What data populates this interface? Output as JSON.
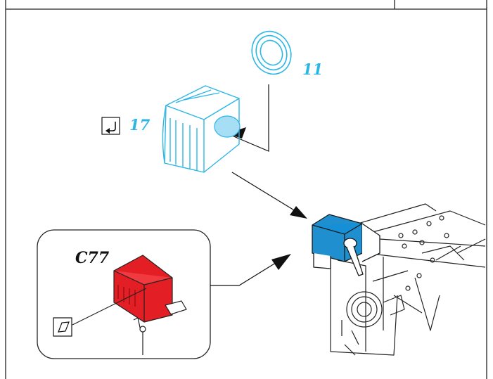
{
  "labels": {
    "part_11": "11",
    "part_17": "17",
    "detail_code": "C77"
  },
  "icons": {
    "return_symbol": "return-arrow-icon",
    "paint_symbol": "paint-parallelogram-icon"
  },
  "colors": {
    "part_outline": "#2bb6e6",
    "assembled_part": "#1f8fcf",
    "detail_part": "#e31e24",
    "ink": "#111111"
  }
}
